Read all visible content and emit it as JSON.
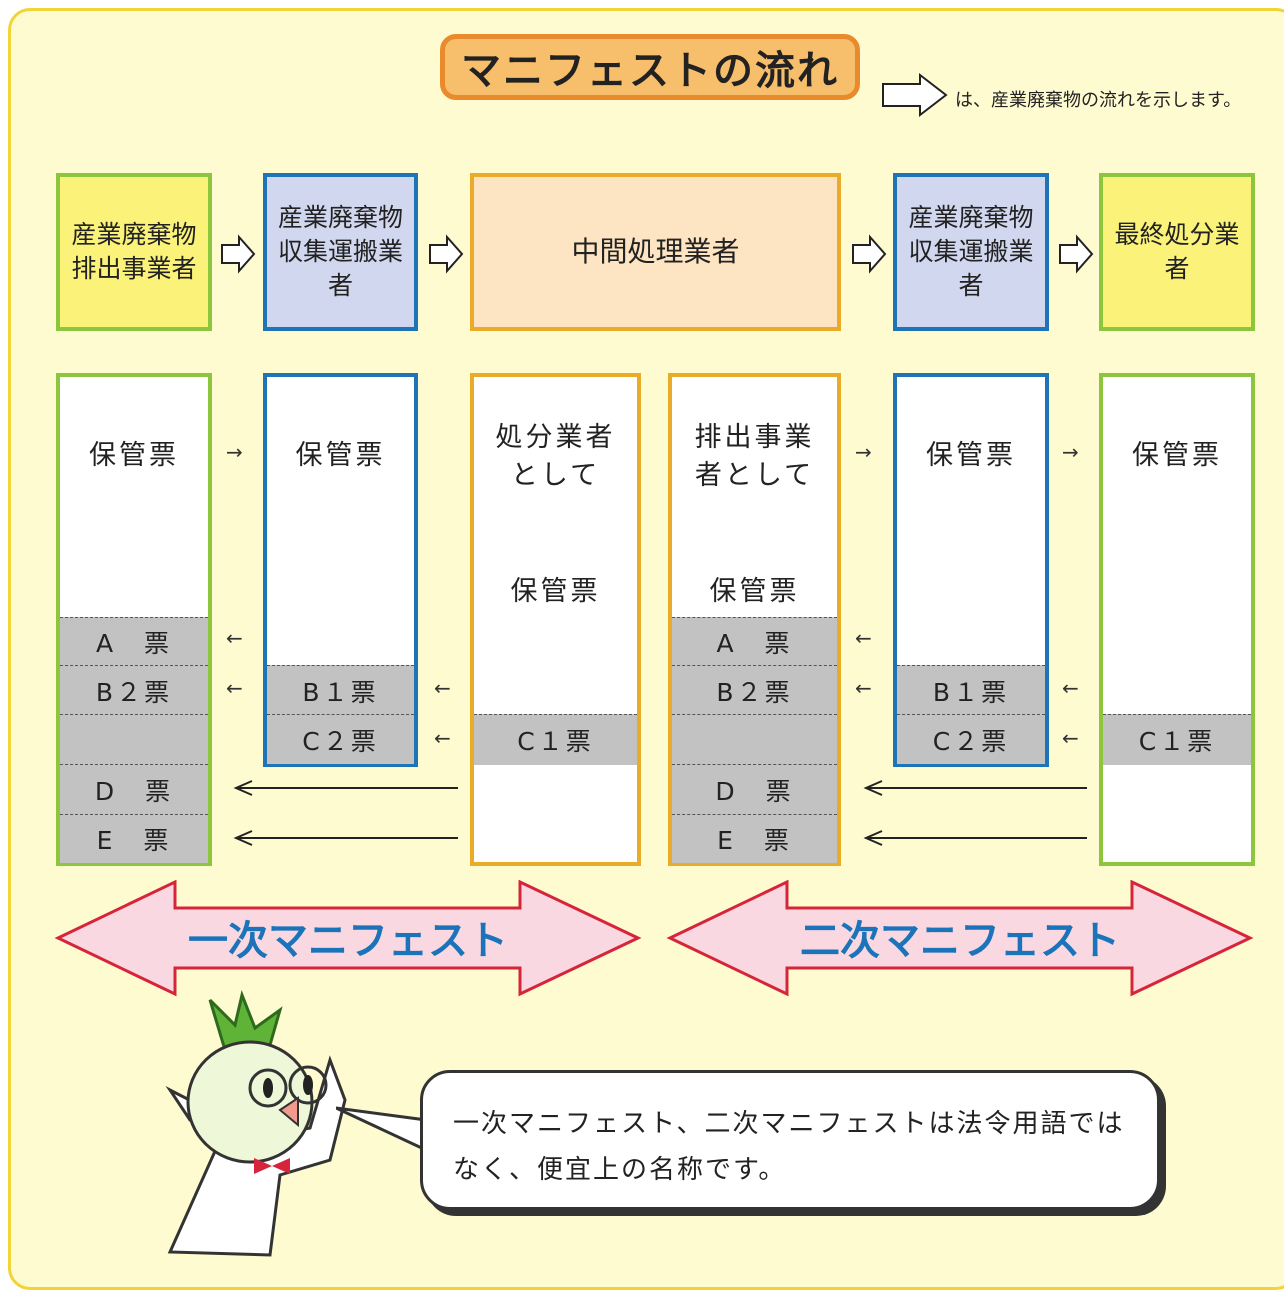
{
  "title": "マニフェストの流れ",
  "legend": "は、産業廃棄物の流れを示します。",
  "flow": [
    {
      "label": "産業廃棄物\n排出事業者",
      "color": "green"
    },
    {
      "label": "産業廃棄物\n収集運搬業者",
      "color": "blue"
    },
    {
      "label": "中間処理業者",
      "color": "orange"
    },
    {
      "label": "産業廃棄物\n収集運搬業者",
      "color": "blue"
    },
    {
      "label": "最終処分業者",
      "color": "green"
    }
  ],
  "columns": {
    "col1": {
      "header": "保管票",
      "slips": [
        "A　票",
        "B２票",
        "",
        "D　票",
        "E　票"
      ]
    },
    "col2": {
      "header": "保管票",
      "slips": [
        "B１票",
        "C２票"
      ]
    },
    "col3": {
      "header": "処分業者\nとして",
      "sub": "保管票",
      "slips": [
        "C１票"
      ]
    },
    "col4": {
      "header": "排出事業\n者として",
      "sub": "保管票",
      "slips": [
        "A　票",
        "B２票",
        "",
        "D　票",
        "E　票"
      ]
    },
    "col5": {
      "header": "保管票",
      "slips": [
        "B１票",
        "C２票"
      ]
    },
    "col6": {
      "header": "保管票",
      "slips": [
        "C１票"
      ]
    }
  },
  "arrows": {
    "right": "→",
    "left": "←"
  },
  "manifest": {
    "primary": "一次マニフェスト",
    "secondary": "二次マニフェスト"
  },
  "note": "一次マニフェスト、二次マニフェストは法令用語ではなく、便宜上の名称です。",
  "colors": {
    "green": "#8cc63f",
    "blue": "#1f73b7",
    "orange": "#eaaa2a",
    "slip": "#c2c2c2",
    "title_bg": "#f7be6b",
    "arrow_fill": "#fad8e2",
    "arrow_stroke": "#d6253a"
  }
}
